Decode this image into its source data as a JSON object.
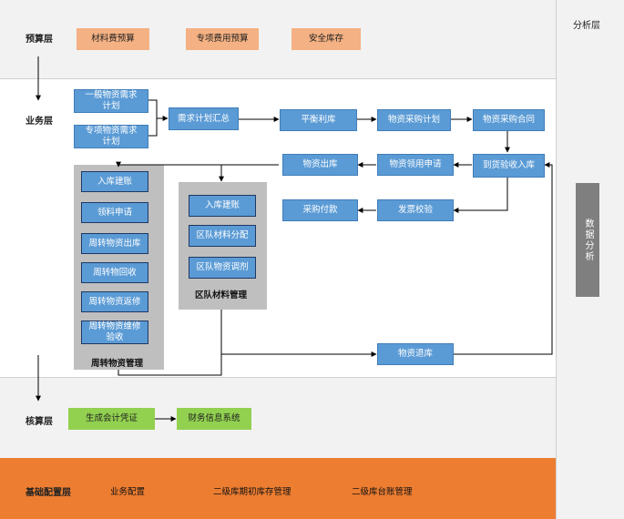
{
  "layers": {
    "budget": "预算层",
    "business": "业务层",
    "accounting": "核算层",
    "config": "基础配置层",
    "analysis": "分析层"
  },
  "budget_nodes": [
    "材料费预算",
    "专项费用预算",
    "安全库存"
  ],
  "business_nodes": {
    "general_demand": "一般物资需求计划",
    "special_demand": "专项物资需求计划",
    "demand_summary": "需求计划汇总",
    "balance": "平衡利库",
    "purchase_plan": "物资采购计划",
    "purchase_contract": "物资采购合同",
    "receive_inspect": "到货验收入库",
    "requisition": "物资领用申请",
    "outbound": "物资出库",
    "invoice_check": "发票校验",
    "payment": "采购付款",
    "return": "物资退库"
  },
  "turnover_group": {
    "title": "周转物资管理",
    "items": [
      "入库建账",
      "领料申请",
      "周转物资出库",
      "周转物回收",
      "周转物资返修",
      "周转物资维修验收"
    ]
  },
  "team_group": {
    "title": "区队材料管理",
    "items": [
      "入库建账",
      "区队材料分配",
      "区队物资调剂"
    ]
  },
  "accounting_nodes": [
    "生成会计凭证",
    "财务信息系统"
  ],
  "config_items": [
    "业务配置",
    "二级库期初库存管理",
    "二级库台账管理"
  ],
  "analysis_box": "数据分析",
  "colors": {
    "blue": "#5b9bd5",
    "orange_budget": "#f4b183",
    "green": "#92d050",
    "config_band": "#ed7d31",
    "band_bg": "#f2f2f2",
    "group_gray": "#bfbfbf",
    "analysis_gray": "#7f7f7f"
  }
}
